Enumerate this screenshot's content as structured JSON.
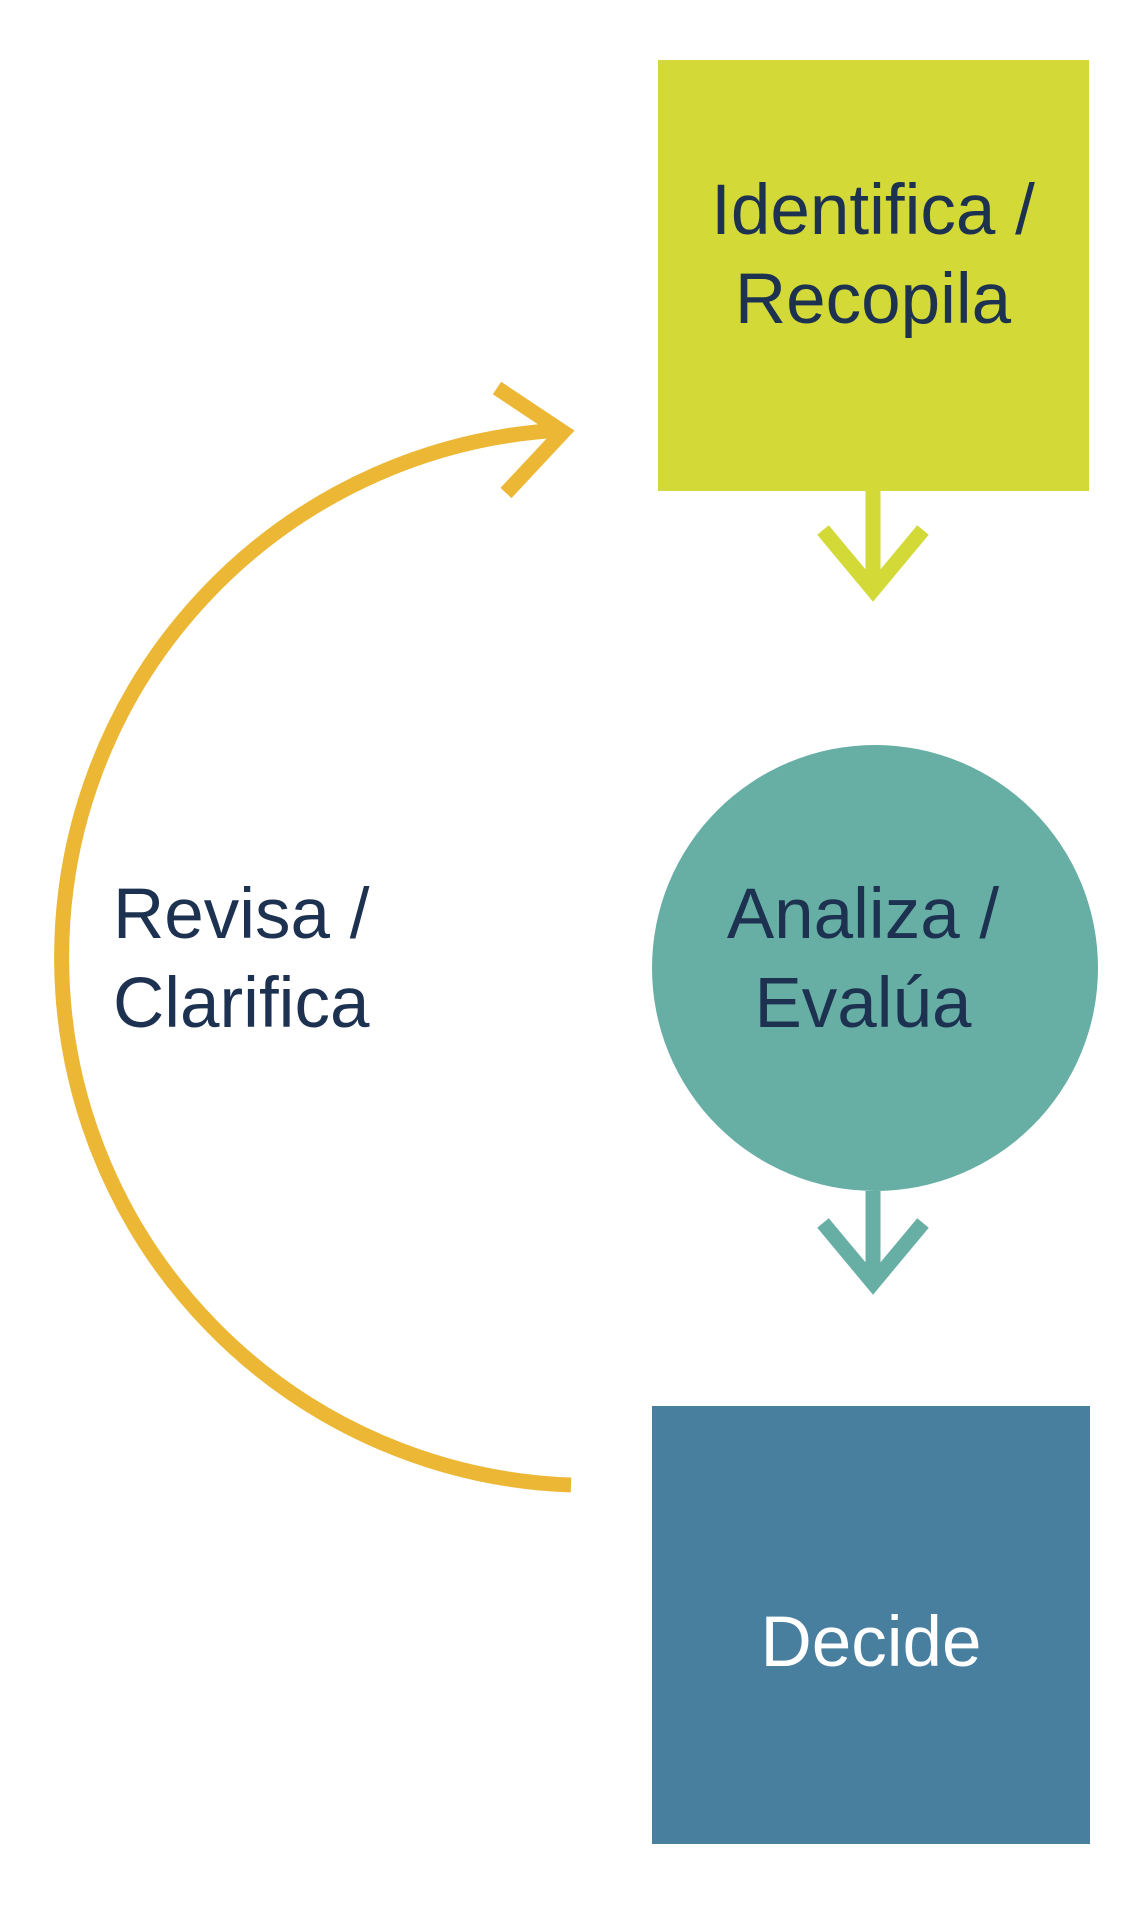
{
  "steps": {
    "identify": {
      "line1": "Identifica /",
      "line2": "Recopila"
    },
    "analyze": {
      "line1": "Analiza /",
      "line2": "Evalúa"
    },
    "decide": {
      "label": "Decide"
    }
  },
  "loop": {
    "line1": "Revisa /",
    "line2": "Clarifica"
  },
  "colors": {
    "identify_fill": "#d3d937",
    "analyze_fill": "#67afa5",
    "decide_fill": "#487f9f",
    "loop_arrow": "#ebb735",
    "dark_text": "#1d3150",
    "light_text": "#ffffff"
  }
}
